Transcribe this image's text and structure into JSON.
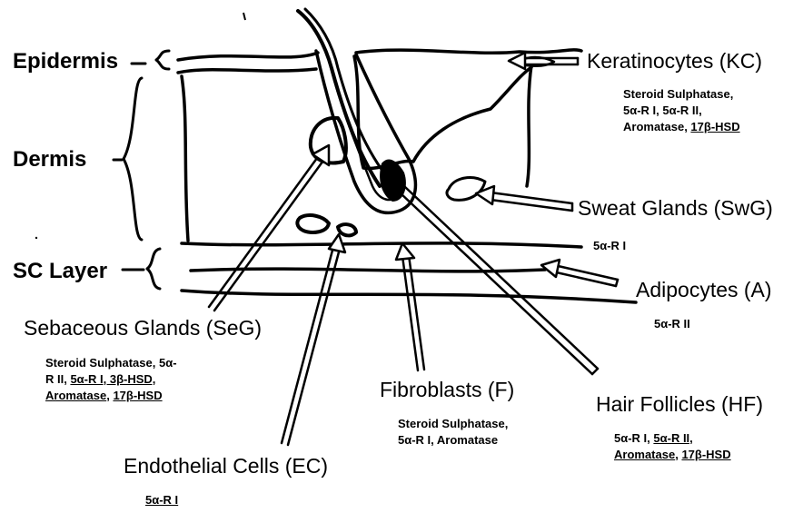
{
  "layers": {
    "epidermis": "Epidermis",
    "dermis": "Dermis",
    "sc_layer": "SC Layer"
  },
  "cells": {
    "keratinocytes": {
      "name": "Keratinocytes (KC)",
      "enzymes_l1": "Steroid Sulphatase,",
      "enzymes_l2": "5α-R I, 5α-R II,",
      "enzymes_l3a": "Aromatase, ",
      "enzymes_l3b": "17β-HSD"
    },
    "sweat_glands": {
      "name": "Sweat Glands (SwG)",
      "enzymes": "5α-R I"
    },
    "adipocytes": {
      "name": "Adipocytes (A)",
      "enzymes": "5α-R II"
    },
    "sebaceous_glands": {
      "name": "Sebaceous Glands (SeG)",
      "enzymes_l1": "Steroid Sulphatase, 5α-",
      "enzymes_l2a": "R II, ",
      "enzymes_l2b": "5α-R I, 3β-HSD,",
      "enzymes_l3a": "Aromatase",
      "enzymes_l3b": ", ",
      "enzymes_l3c": "17β-HSD"
    },
    "fibroblasts": {
      "name": "Fibroblasts (F)",
      "enzymes_l1": "Steroid Sulphatase,",
      "enzymes_l2": "5α-R I, Aromatase"
    },
    "hair_follicles": {
      "name": "Hair Follicles (HF)",
      "enzymes_l1a": "5α-R I, ",
      "enzymes_l1b": "5α-R II,",
      "enzymes_l2a": "Aromatase",
      "enzymes_l2b": ", ",
      "enzymes_l2c": "17β-HSD"
    },
    "endothelial": {
      "name": "Endothelial Cells (EC)",
      "enzymes": "5α-R I"
    }
  }
}
